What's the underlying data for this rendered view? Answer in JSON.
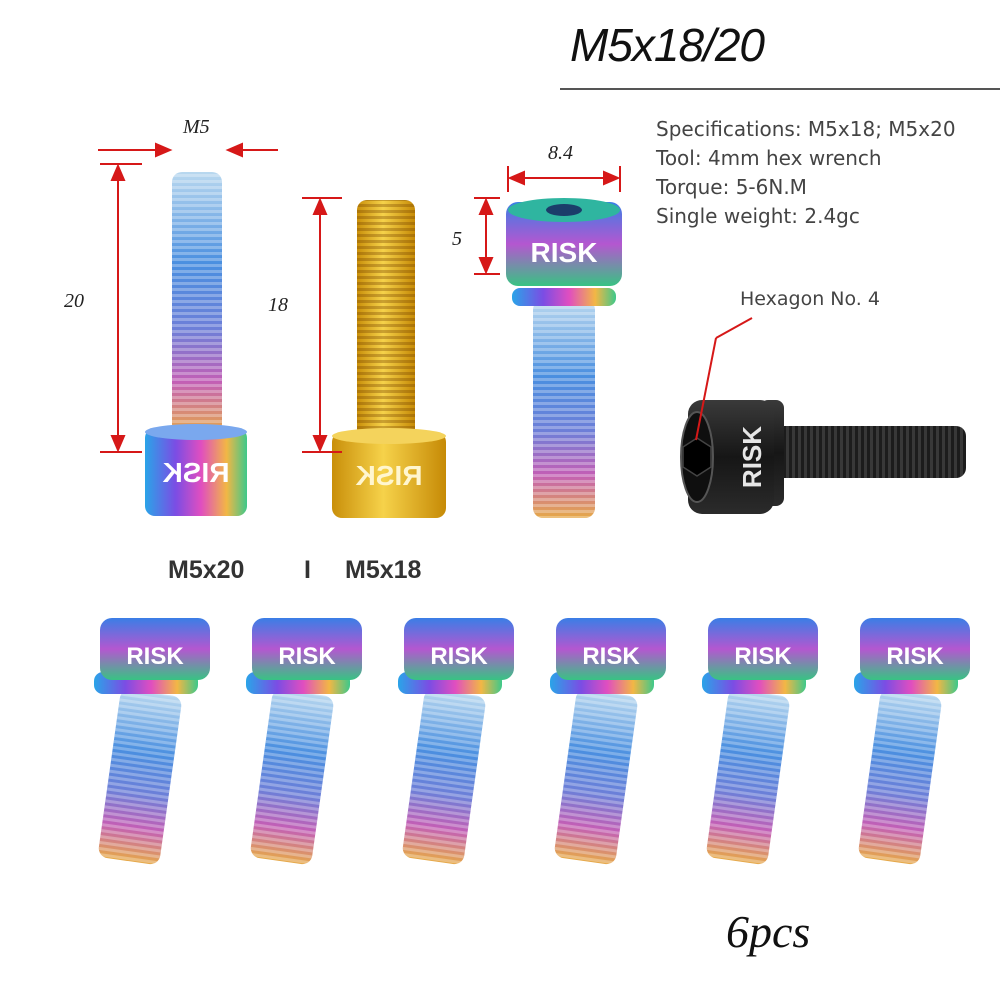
{
  "title": "M5x18/20",
  "specs": {
    "specifications": "Specifications: M5x18; M5x20",
    "tool": "Tool: 4mm hex wrench",
    "torque": "Torque: 5-6N.M",
    "weight": "Single weight: 2.4gc"
  },
  "dimensions": {
    "thread_label": "M5",
    "length_20": "20",
    "length_18": "18",
    "head_diameter": "8.4",
    "head_height": "5"
  },
  "hexagon_label": "Hexagon No. 4",
  "size_labels": {
    "left": "M5x20",
    "separator": "I",
    "right": "M5x18"
  },
  "brand": "RISK",
  "quantity": "6pcs",
  "colors": {
    "dimension_line": "#d61818",
    "gold": "#e8b816",
    "black_bolt": "#1a1a1a",
    "rainbow_head": [
      "#2a9cf0",
      "#8a48e6",
      "#e64fc0",
      "#f2b340",
      "#3fd08a"
    ]
  }
}
